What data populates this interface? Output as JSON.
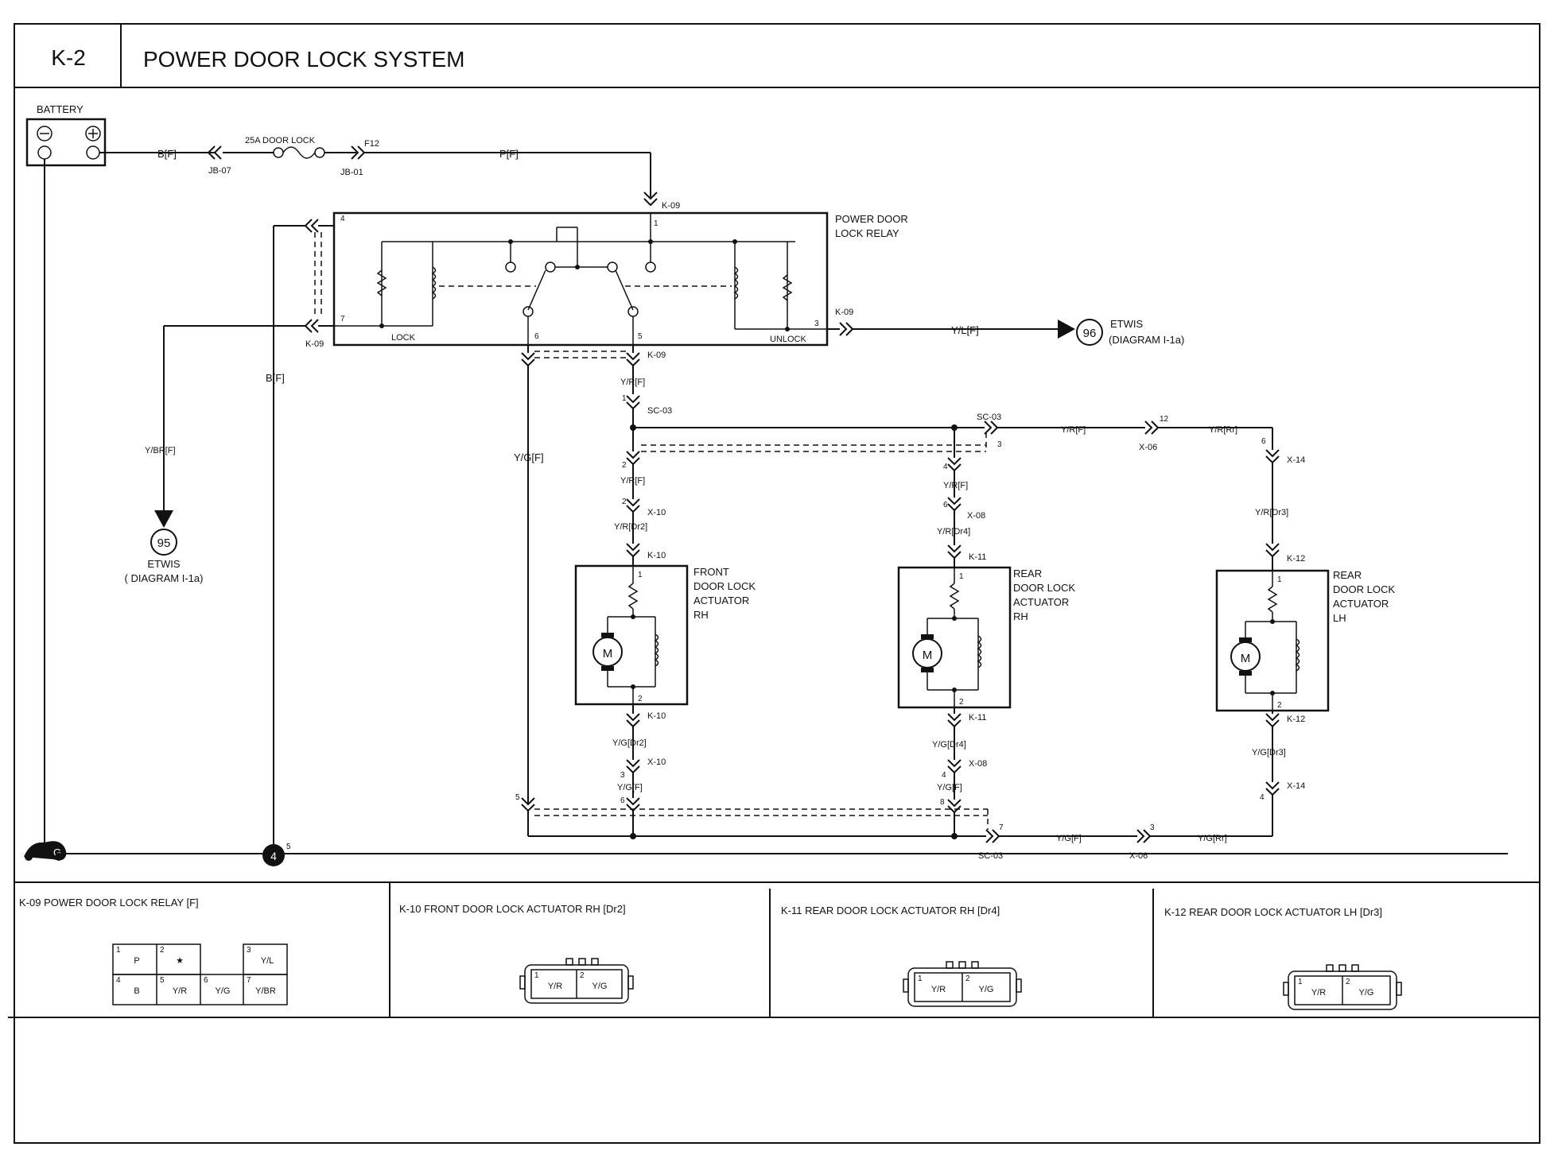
{
  "header": {
    "code": "K-2",
    "title": "POWER DOOR LOCK SYSTEM"
  },
  "diagram": {
    "battery": "BATTERY",
    "fuse": "25A DOOR LOCK",
    "f12": "F12",
    "jb07": "JB-07",
    "jb01": "JB-01",
    "wire_bf_top": "B[F]",
    "wire_pf": "P[F]",
    "relay_name": "POWER DOOR\nLOCK RELAY",
    "relay_lock": "LOCK",
    "relay_unlock": "UNLOCK",
    "k09": "K-09",
    "sc03": "SC-03",
    "x06": "X-06",
    "x08": "X-08",
    "x10": "X-10",
    "x14": "X-14",
    "k10": "K-10",
    "k11": "K-11",
    "k12": "K-12",
    "wire_ylf": "Y/L[F]",
    "wire_ybrf": "Y/BR[F]",
    "wire_bf": "B[F]",
    "wire_ygf": "Y/G[F]",
    "wire_yrf": "Y/R[F]",
    "wire_yrr": "Y/R[Rr]",
    "wire_yrdr2": "Y/R[Dr2]",
    "wire_yrdr3": "Y/R[Dr3]",
    "wire_yrdr4": "Y/R[Dr4]",
    "wire_ygdr2": "Y/G[Dr2]",
    "wire_ygdr3": "Y/G[Dr3]",
    "wire_ygdr4": "Y/G[Dr4]",
    "wire_ygrr": "Y/G[Rr]",
    "etwis": "ETWIS",
    "etwis_96_sub": "(DIAGRAM I-1a)",
    "etwis_95_sub": "( DIAGRAM I-1a)",
    "ref96": "96",
    "ref95": "95",
    "front_rh": "FRONT\nDOOR LOCK\nACTUATOR\nRH",
    "rear_rh": "REAR\nDOOR LOCK\nACTUATOR\nRH",
    "rear_lh": "REAR\nDOOR LOCK\nACTUATOR\nLH",
    "motor": "M",
    "ground": "G",
    "ground_point": "4"
  },
  "connectors": {
    "k09": {
      "title": "K-09 POWER DOOR LOCK RELAY [F]",
      "top": [
        {
          "pin": "1",
          "label": "P"
        },
        {
          "pin": "2",
          "label": "★"
        },
        {
          "pin": "",
          "label": ""
        },
        {
          "pin": "3",
          "label": "Y/L"
        }
      ],
      "bottom": [
        {
          "pin": "4",
          "label": "B"
        },
        {
          "pin": "5",
          "label": "Y/R"
        },
        {
          "pin": "6",
          "label": "Y/G"
        },
        {
          "pin": "7",
          "label": "Y/BR"
        }
      ]
    },
    "k10": {
      "title": "K-10 FRONT DOOR LOCK ACTUATOR RH [Dr2]",
      "pins": [
        {
          "pin": "1",
          "label": "Y/R"
        },
        {
          "pin": "2",
          "label": "Y/G"
        }
      ]
    },
    "k11": {
      "title": "K-11 REAR DOOR LOCK ACTUATOR RH [Dr4]",
      "pins": [
        {
          "pin": "1",
          "label": "Y/R"
        },
        {
          "pin": "2",
          "label": "Y/G"
        }
      ]
    },
    "k12": {
      "title": "K-12 REAR DOOR LOCK ACTUATOR LH [Dr3]",
      "pins": [
        {
          "pin": "1",
          "label": "Y/R"
        },
        {
          "pin": "2",
          "label": "Y/G"
        }
      ]
    }
  }
}
